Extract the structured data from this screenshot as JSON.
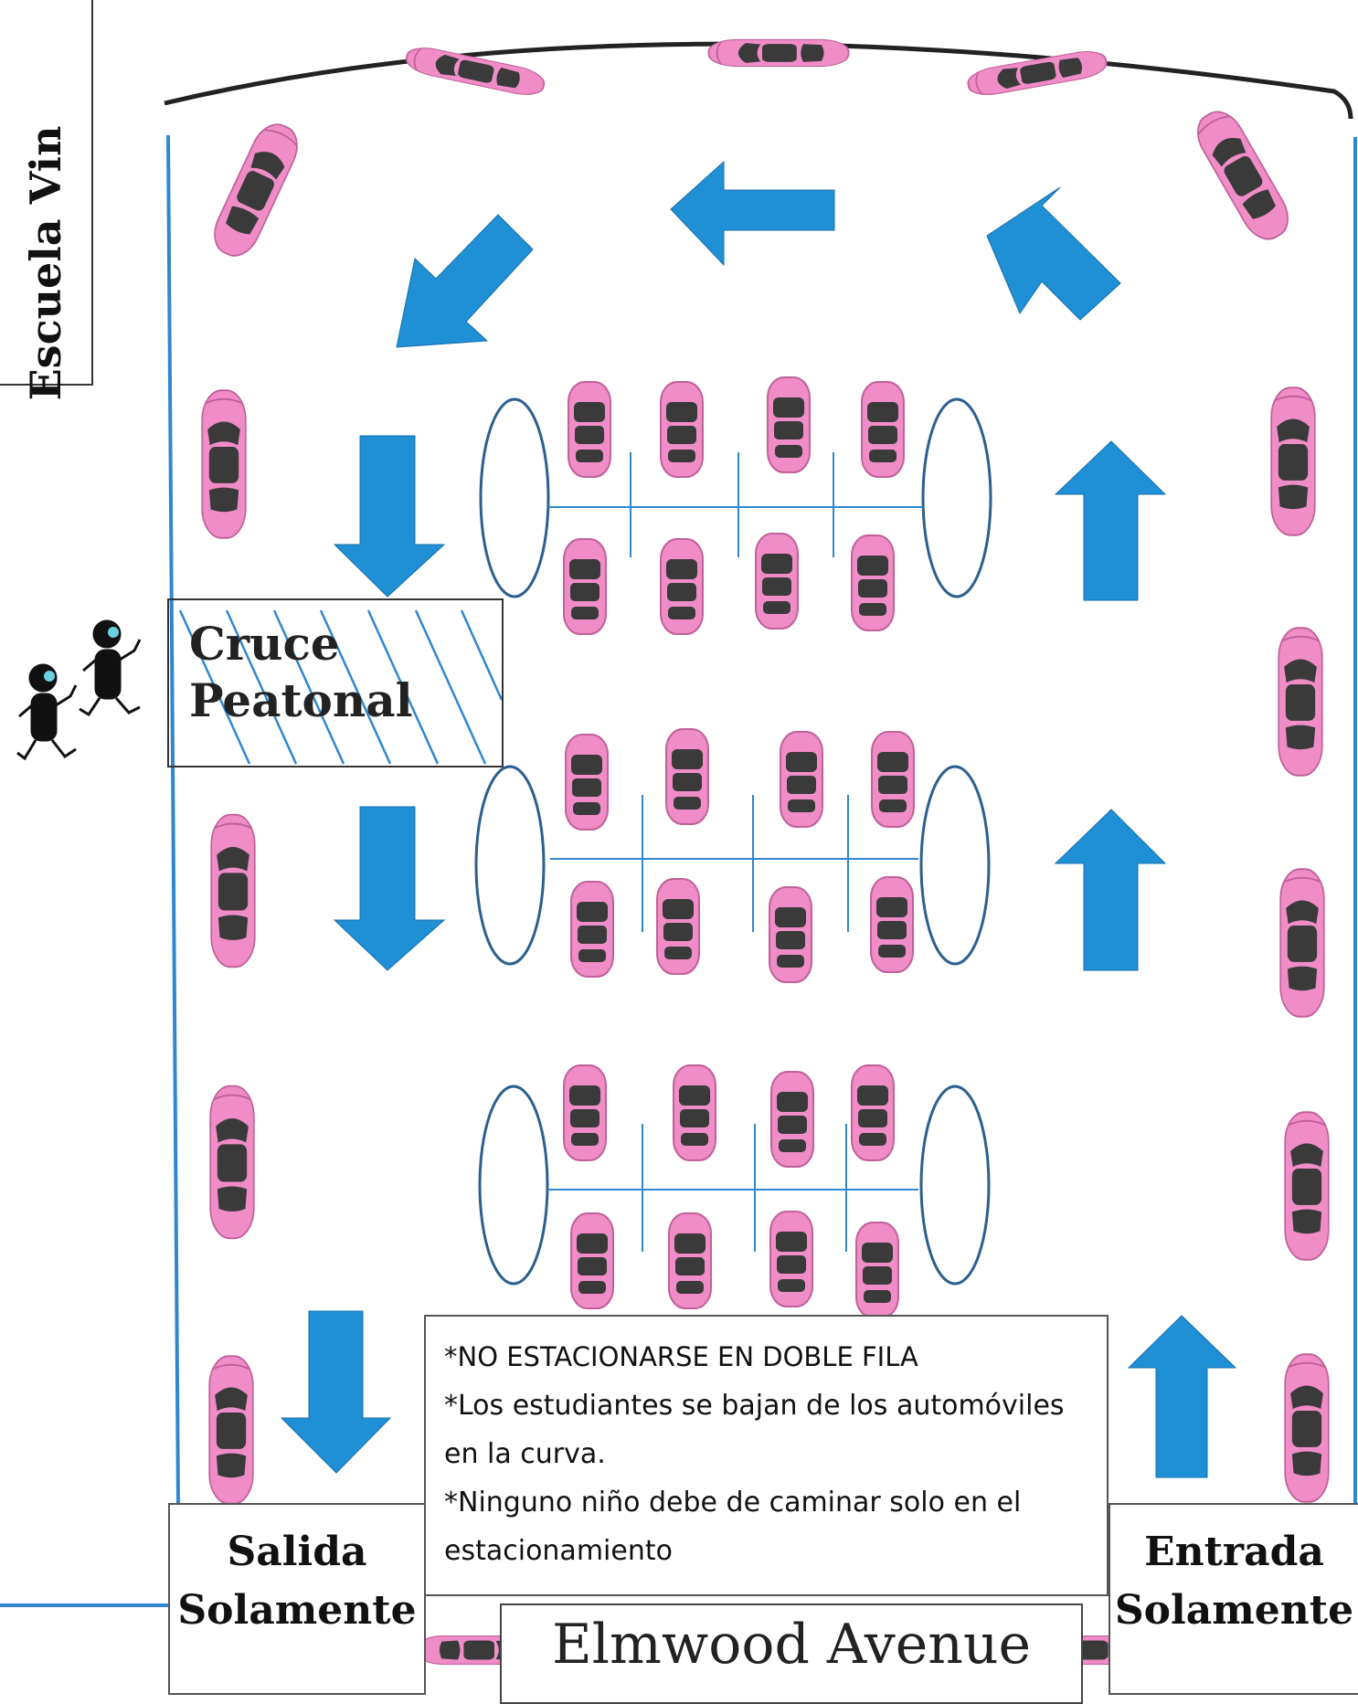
{
  "school": {
    "label": "Escuela Vin"
  },
  "crosswalk": {
    "line1": "Cruce",
    "line2": "Peatonal"
  },
  "notes": {
    "line1": "*NO ESTACIONARSE EN DOBLE FILA",
    "line2": "*Los estudiantes se bajan de los automóviles",
    "line3": "en la curva.",
    "line4": "*Ninguno niño debe de caminar solo en el",
    "line5": "estacionamiento"
  },
  "exit": {
    "line1": "Salida",
    "line2": "Solamente"
  },
  "entrance": {
    "line1": "Entrada",
    "line2": "Solamente"
  },
  "street": {
    "label": "Elmwood Avenue"
  },
  "colors": {
    "car_body": "#f08cc6",
    "car_glass": "#3a3a3a",
    "arrow": "#1f8fd6",
    "lane_line": "#2f87cf",
    "island_outline": "#2d5f8f"
  },
  "icons": {
    "car": "car-top-view-icon",
    "arrow": "traffic-arrow-icon",
    "pedestrian": "walking-child-icon"
  }
}
